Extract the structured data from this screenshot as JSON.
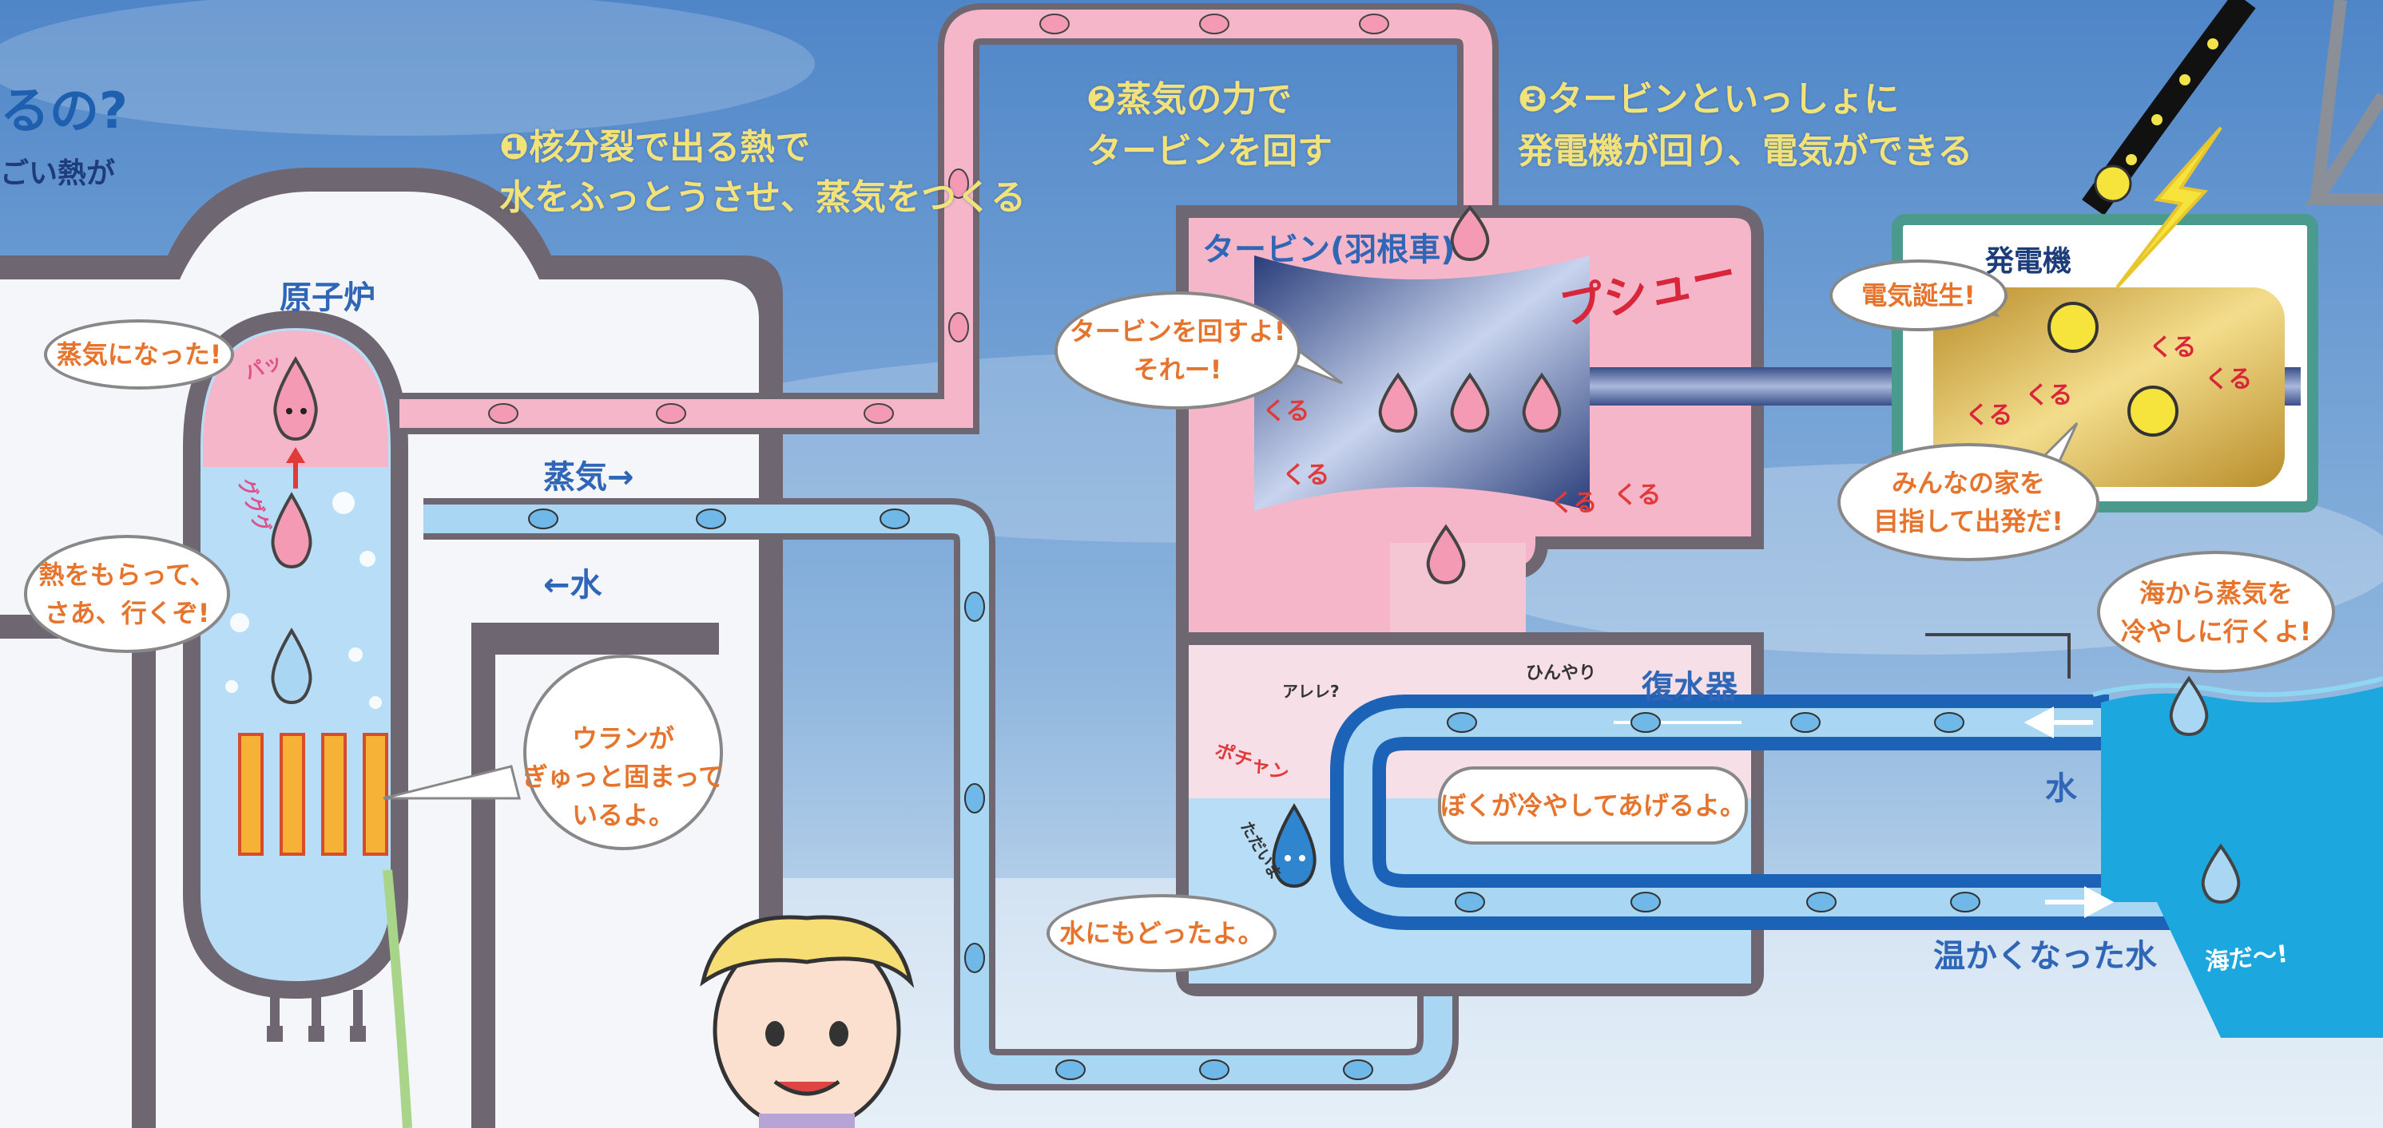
{
  "header": {
    "title_partial": "るの?",
    "subtitle_partial": "ごい熱が"
  },
  "steps": {
    "step1_line1": "❶核分裂で出る熱で",
    "step1_line2": "水をふっとうさせ、蒸気をつくる",
    "step2_line1": "❷蒸気の力で",
    "step2_line2": "タービンを回す",
    "step3_line1": "❸タービンといっしょに",
    "step3_line2": "発電機が回り、電気ができる"
  },
  "labels": {
    "reactor": "原子炉",
    "steam_arrow": "蒸気→",
    "water_arrow": "←水",
    "turbine": "タービン(羽根車)",
    "condenser": "復水器",
    "generator": "発電機",
    "water": "水",
    "warm_water": "温かくなった水"
  },
  "bubbles": {
    "became_steam": "蒸気になった!",
    "got_heat": [
      "熱をもらって、",
      "さあ、行くぞ!"
    ],
    "uranium": [
      "ウランが",
      "ぎゅっと固まって",
      "いるよ。"
    ],
    "spin_turbine": [
      "タービンを回すよ!",
      "それー!"
    ],
    "back_to_water": "水にもどったよ。",
    "cool_you": "ぼくが冷やしてあげるよ。",
    "from_sea": [
      "海から蒸気を",
      "冷やしに行くよ!"
    ],
    "electricity_born": "電気誕生!",
    "to_homes": [
      "みんなの家を",
      "目指して出発だ!"
    ]
  },
  "sfx": {
    "pash": "パッ",
    "gugugu": "グググ",
    "pushu": "プシュー",
    "kuru": "くる",
    "pochan": "ポチャン",
    "are": "アレレ?",
    "hinyari": "ひんやり",
    "tadaima": "ただいま",
    "umida": "海だ〜!"
  },
  "colors": {
    "sky": "#6d9bd0",
    "steam_pink": "#f4b6c8",
    "water_blue": "#a9d6f2",
    "deep_blue": "#1c63b8",
    "sea": "#1da7df",
    "building_gray": "#6e6670",
    "gold": "#d6b04a",
    "step_yellow": "#f2e27a"
  },
  "icons": [
    "water-drop-character",
    "uranium-character",
    "smiley-electricity",
    "lightning-icon",
    "power-line",
    "boy-character"
  ]
}
